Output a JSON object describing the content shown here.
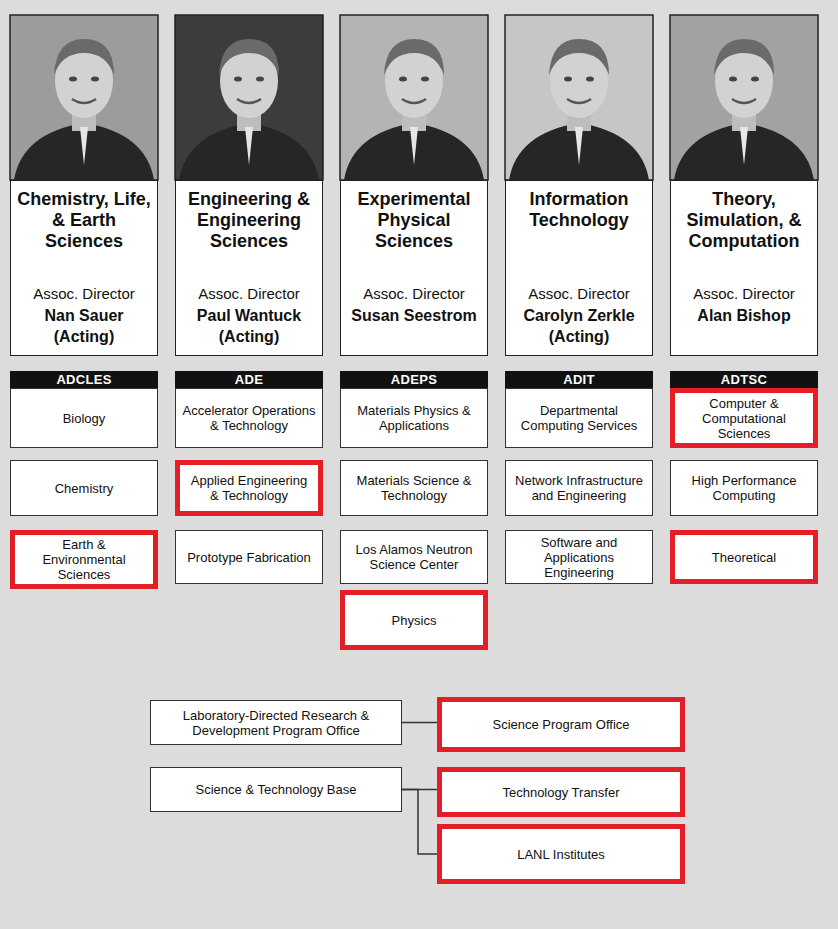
{
  "diagram": {
    "nodes": [
      {
        "text": [
          "Chemistry, Life, & Earth Sciences",
          "Assoc. Director",
          "Nan Sauer (Acting)"
        ]
      },
      {
        "text": [
          "ADCLES"
        ]
      },
      {
        "text": [
          "Biology"
        ]
      },
      {
        "text": [
          "Chemistry"
        ]
      },
      {
        "text": [
          "Earth & Environmental Sciences"
        ]
      },
      {
        "text": [
          "Engineering & Engineering Sciences",
          "Assoc. Director",
          "Paul Wantuck (Acting)"
        ]
      },
      {
        "text": [
          "ADE"
        ]
      },
      {
        "text": [
          "Accelerator Operations & Technology"
        ]
      },
      {
        "text": [
          "Applied Engineering & Technology"
        ]
      },
      {
        "text": [
          "Prototype Fabrication"
        ]
      },
      {
        "text": [
          "Experimental Physical Sciences",
          "Assoc. Director",
          "Susan Seestrom"
        ]
      },
      {
        "text": [
          "ADEPS"
        ]
      },
      {
        "text": [
          "Materials Physics & Applications"
        ]
      },
      {
        "text": [
          "Materials Science & Technology"
        ]
      },
      {
        "text": [
          "Los Alamos Neutron Science Center"
        ]
      },
      {
        "text": [
          "Physics"
        ]
      },
      {
        "text": [
          "Information Technology",
          "Assoc. Director",
          "Carolyn Zerkle (Acting)"
        ]
      },
      {
        "text": [
          "ADIT"
        ]
      },
      {
        "text": [
          "Departmental Computing Services"
        ]
      },
      {
        "text": [
          "Network Infrastructure and Engineering"
        ]
      },
      {
        "text": [
          "Software and Applications Engineering"
        ]
      },
      {
        "text": [
          "Theory, Simulation, & Computation",
          "Assoc. Director",
          "Alan Bishop"
        ]
      },
      {
        "text": [
          "ADTSC"
        ]
      },
      {
        "text": [
          "Computer & Computational Sciences"
        ]
      },
      {
        "text": [
          "High Performance Computing"
        ]
      },
      {
        "text": [
          "Theoretical"
        ]
      },
      {
        "text": [
          "Laboratory-Directed Research & Development Program Office"
        ]
      },
      {
        "text": [
          "Science Program Office"
        ]
      },
      {
        "text": [
          "Science & Technology Base"
        ]
      },
      {
        "text": [
          "Technology Transfer"
        ]
      },
      {
        "text": [
          "LANL Institutes"
        ]
      }
    ],
    "edges": [
      {
        "from": 26,
        "to": 27,
        "arrow": "none"
      },
      {
        "from": 28,
        "to": 29,
        "arrow": "none"
      },
      {
        "from": 28,
        "to": 30,
        "arrow": "none"
      }
    ]
  }
}
